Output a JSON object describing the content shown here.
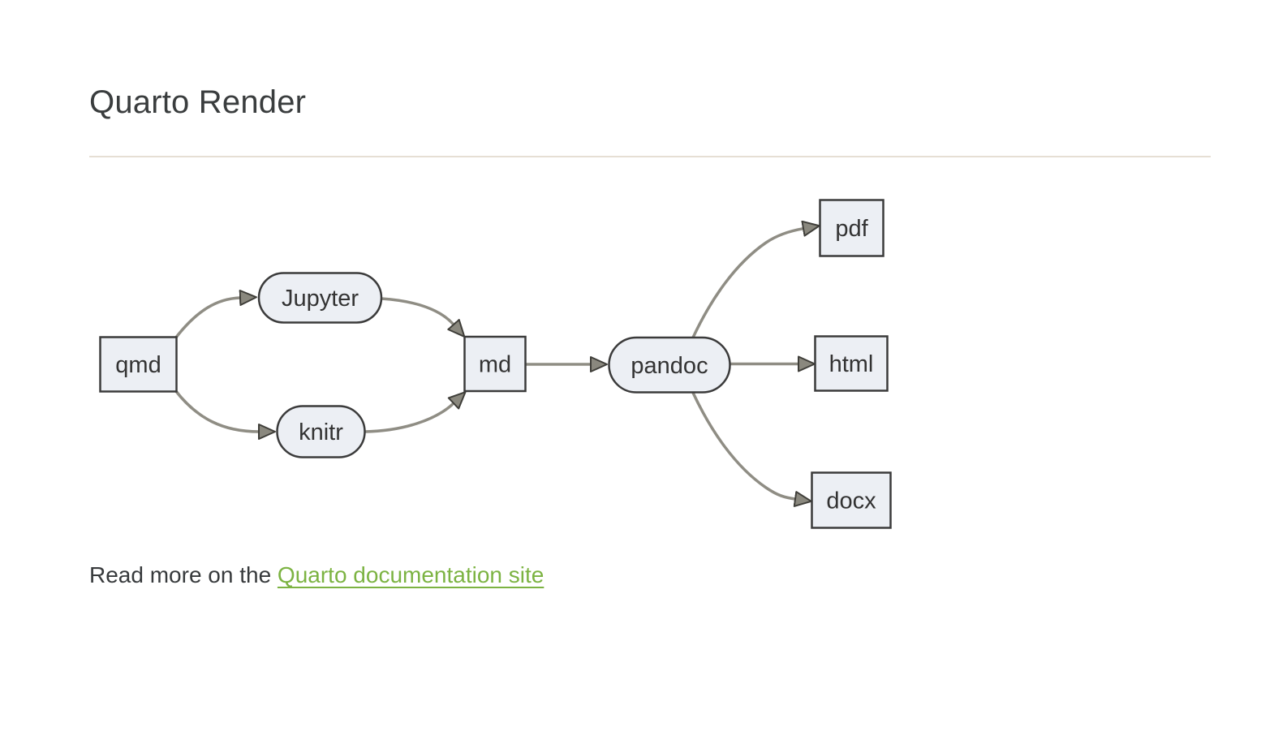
{
  "page": {
    "title": "Quarto Render"
  },
  "diagram": {
    "type": "flowchart",
    "direction": "left-to-right",
    "nodes": [
      {
        "id": "qmd",
        "label": "qmd",
        "shape": "rect"
      },
      {
        "id": "jupyter",
        "label": "Jupyter",
        "shape": "stadium"
      },
      {
        "id": "knitr",
        "label": "knitr",
        "shape": "stadium"
      },
      {
        "id": "md",
        "label": "md",
        "shape": "rect"
      },
      {
        "id": "pandoc",
        "label": "pandoc",
        "shape": "stadium"
      },
      {
        "id": "pdf",
        "label": "pdf",
        "shape": "rect"
      },
      {
        "id": "html",
        "label": "html",
        "shape": "rect"
      },
      {
        "id": "docx",
        "label": "docx",
        "shape": "rect"
      }
    ],
    "edges": [
      {
        "from": "qmd",
        "to": "jupyter"
      },
      {
        "from": "qmd",
        "to": "knitr"
      },
      {
        "from": "jupyter",
        "to": "md"
      },
      {
        "from": "knitr",
        "to": "md"
      },
      {
        "from": "md",
        "to": "pandoc"
      },
      {
        "from": "pandoc",
        "to": "pdf"
      },
      {
        "from": "pandoc",
        "to": "html"
      },
      {
        "from": "pandoc",
        "to": "docx"
      }
    ],
    "colors": {
      "node_fill": "#eceff4",
      "node_border": "#3b3b3b",
      "edge_line": "#8f8d84",
      "arrowhead_fill": "#8a887e",
      "node_text": "#333333"
    }
  },
  "footer": {
    "prefix": "Read more on the ",
    "link_label": "Quarto documentation site"
  },
  "colors": {
    "heading_text": "#3a3d3e",
    "body_text": "#373a3c",
    "link_green": "#7cb342",
    "divider_tan": "#e6dfd4",
    "page_background": "#ffffff"
  }
}
